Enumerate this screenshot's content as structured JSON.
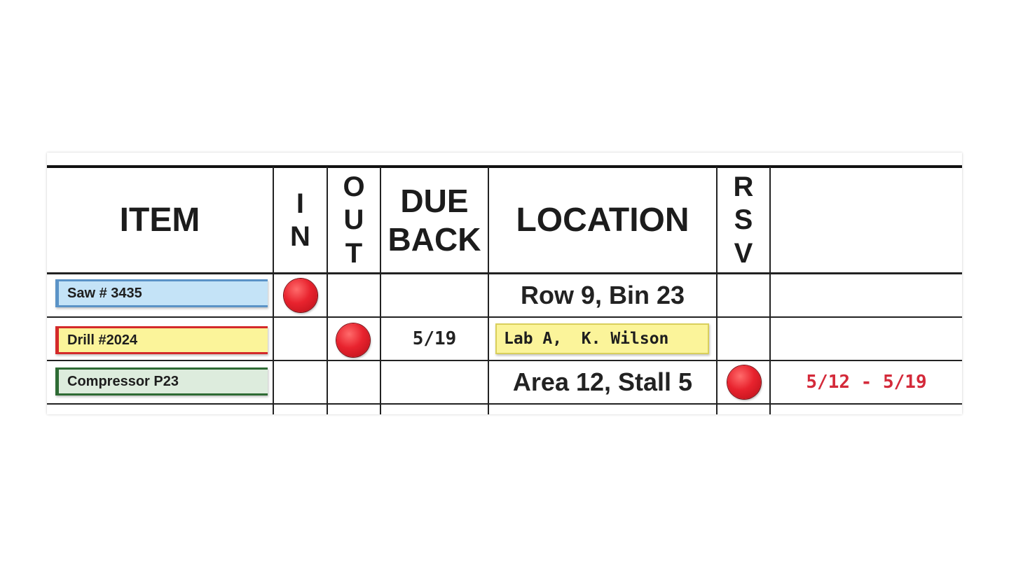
{
  "headers": {
    "item": "ITEM",
    "in": [
      "I",
      "N"
    ],
    "out": [
      "O",
      "U",
      "T"
    ],
    "due_back": [
      "DUE",
      "BACK"
    ],
    "location": "LOCATION",
    "rsv": [
      "R",
      "S",
      "V"
    ],
    "notes": ""
  },
  "rows": [
    {
      "item": "Saw # 3435",
      "tag_color": "#bfe0f5",
      "tag_border": "#5b93c7",
      "in": true,
      "out": false,
      "due_back": "",
      "location": "Row 9, Bin 23",
      "location_style": "printed",
      "rsv": false,
      "notes": ""
    },
    {
      "item": "Drill #2024",
      "tag_color": "#fbf49a",
      "tag_border": "#d42a2a",
      "in": false,
      "out": true,
      "due_back": "5/19",
      "location": "Lab A,  K. Wilson",
      "location_style": "handwritten-tag",
      "rsv": false,
      "notes": ""
    },
    {
      "item": "Compressor P23",
      "tag_color": "#ddecdd",
      "tag_border": "#2e6b34",
      "in": false,
      "out": false,
      "due_back": "",
      "location": "Area 12, Stall 5",
      "location_style": "printed",
      "rsv": true,
      "notes": "5/12 - 5/19"
    }
  ],
  "colors": {
    "magnet": "#e8232e",
    "notes_text": "#d42a3a",
    "location_tag": "#fbf49a"
  }
}
